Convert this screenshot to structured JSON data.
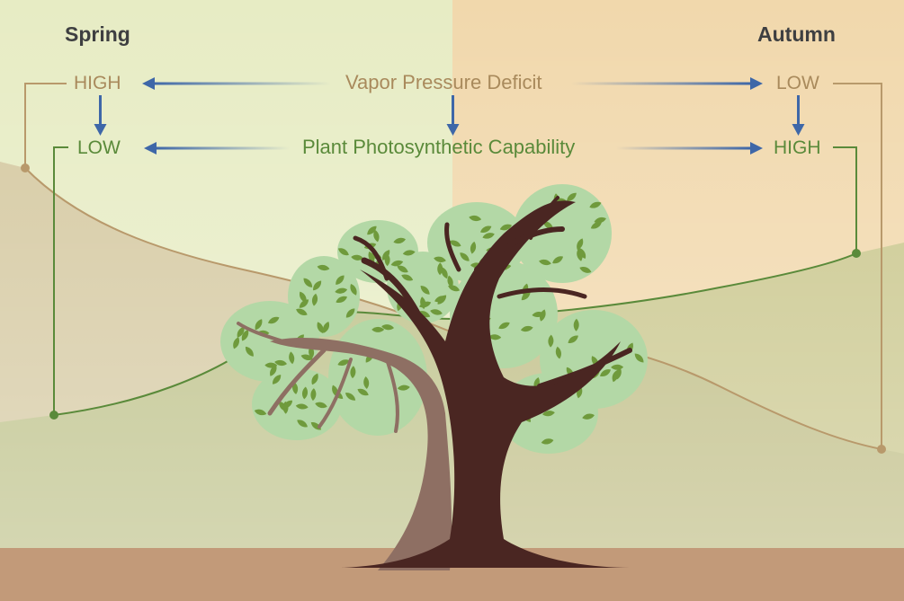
{
  "seasons": {
    "left": "Spring",
    "right": "Autumn"
  },
  "metrics": {
    "vpd": "Vapor Pressure Deficit",
    "ppc": "Plant Photosynthetic Capability"
  },
  "levels": {
    "spring_vpd": "HIGH",
    "spring_ppc": "LOW",
    "autumn_vpd": "LOW",
    "autumn_ppc": "HIGH"
  },
  "colors": {
    "spring_bg": "#e7ecc4",
    "autumn_bg": "#f1d8ac",
    "ground": "#c29a79",
    "vpd_line": "#b8996b",
    "ppc_line": "#5a8a3a",
    "arrow": "#3e67a8",
    "trunk_dark": "#4a2622",
    "trunk_light": "#8e6f63",
    "canopy": "#b3d8a6",
    "leaf": "#6f9a3c"
  }
}
